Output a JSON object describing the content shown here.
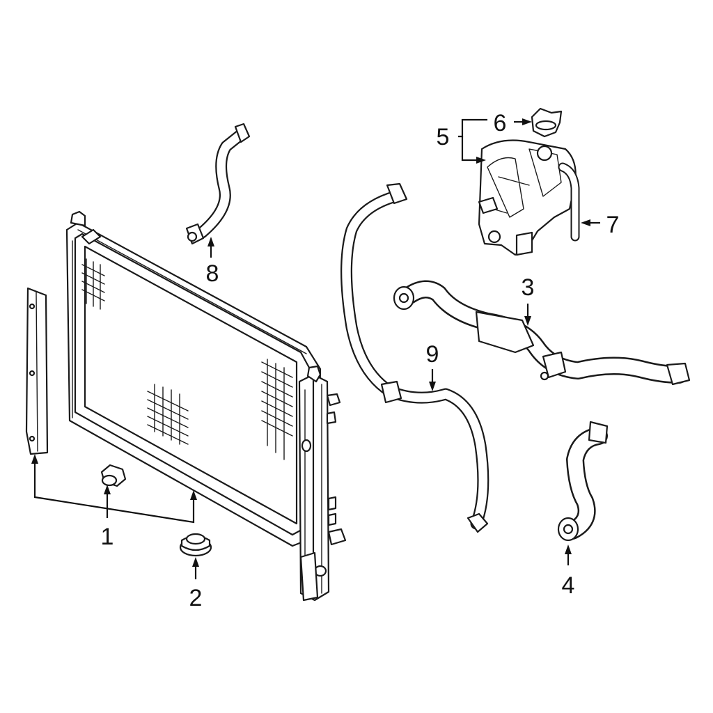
{
  "diagram": {
    "callouts": [
      {
        "id": "c1",
        "label": "1"
      },
      {
        "id": "c2",
        "label": "2"
      },
      {
        "id": "c3",
        "label": "3"
      },
      {
        "id": "c4",
        "label": "4"
      },
      {
        "id": "c5",
        "label": "5"
      },
      {
        "id": "c6",
        "label": "6"
      },
      {
        "id": "c7",
        "label": "7"
      },
      {
        "id": "c8",
        "label": "8"
      },
      {
        "id": "c9",
        "label": "9"
      }
    ],
    "colors": {
      "line": "#1a1a1a",
      "background": "#ffffff"
    }
  }
}
